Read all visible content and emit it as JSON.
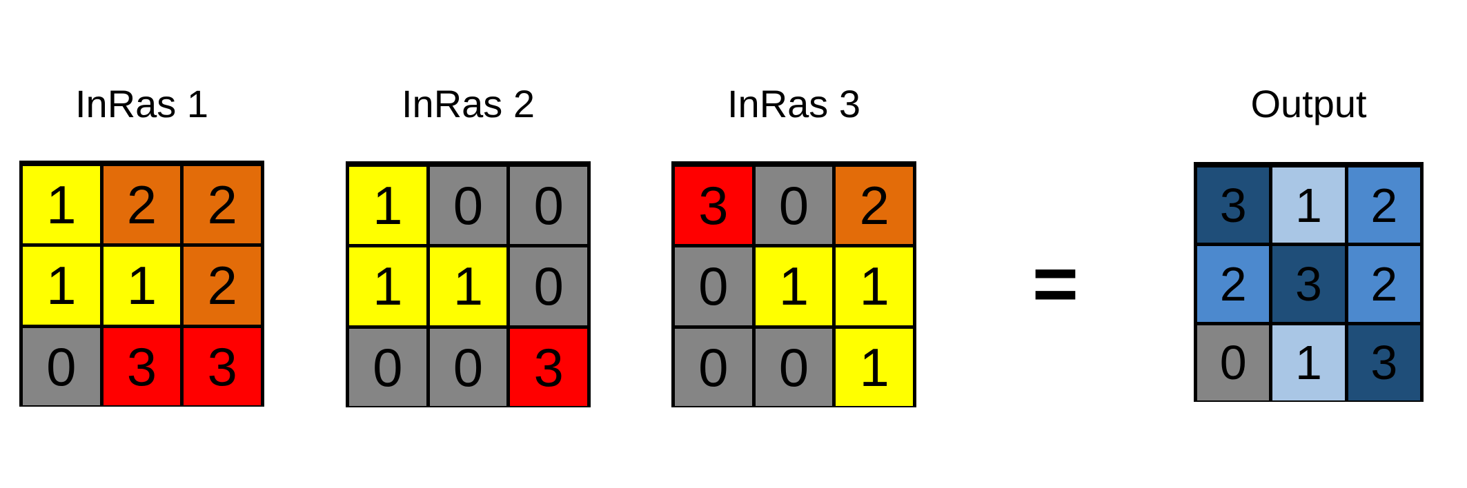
{
  "colors": {
    "yellow": "#FFFF00",
    "orange": "#E36C09",
    "red": "#FF0000",
    "gray": "#858585",
    "blue_dark": "#1F4E79",
    "blue_mid": "#4C89CE",
    "blue_light": "#A9C6E5",
    "line": "#000000",
    "background": "#FFFFFF"
  },
  "operator": {
    "symbol": "="
  },
  "grids": [
    {
      "id": "inras1",
      "label": "InRas 1",
      "rows": [
        [
          {
            "value": "1",
            "color": "yellow"
          },
          {
            "value": "2",
            "color": "orange"
          },
          {
            "value": "2",
            "color": "orange"
          }
        ],
        [
          {
            "value": "1",
            "color": "yellow"
          },
          {
            "value": "1",
            "color": "yellow"
          },
          {
            "value": "2",
            "color": "orange"
          }
        ],
        [
          {
            "value": "0",
            "color": "gray"
          },
          {
            "value": "3",
            "color": "red"
          },
          {
            "value": "3",
            "color": "red"
          }
        ]
      ]
    },
    {
      "id": "inras2",
      "label": "InRas 2",
      "rows": [
        [
          {
            "value": "1",
            "color": "yellow"
          },
          {
            "value": "0",
            "color": "gray"
          },
          {
            "value": "0",
            "color": "gray"
          }
        ],
        [
          {
            "value": "1",
            "color": "yellow"
          },
          {
            "value": "1",
            "color": "yellow"
          },
          {
            "value": "0",
            "color": "gray"
          }
        ],
        [
          {
            "value": "0",
            "color": "gray"
          },
          {
            "value": "0",
            "color": "gray"
          },
          {
            "value": "3",
            "color": "red"
          }
        ]
      ]
    },
    {
      "id": "inras3",
      "label": "InRas 3",
      "rows": [
        [
          {
            "value": "3",
            "color": "red"
          },
          {
            "value": "0",
            "color": "gray"
          },
          {
            "value": "2",
            "color": "orange"
          }
        ],
        [
          {
            "value": "0",
            "color": "gray"
          },
          {
            "value": "1",
            "color": "yellow"
          },
          {
            "value": "1",
            "color": "yellow"
          }
        ],
        [
          {
            "value": "0",
            "color": "gray"
          },
          {
            "value": "0",
            "color": "gray"
          },
          {
            "value": "1",
            "color": "yellow"
          }
        ]
      ]
    },
    {
      "id": "output",
      "label": "Output",
      "rows": [
        [
          {
            "value": "3",
            "color": "blue_dark"
          },
          {
            "value": "1",
            "color": "blue_light"
          },
          {
            "value": "2",
            "color": "blue_mid"
          }
        ],
        [
          {
            "value": "2",
            "color": "blue_mid"
          },
          {
            "value": "3",
            "color": "blue_dark"
          },
          {
            "value": "2",
            "color": "blue_mid"
          }
        ],
        [
          {
            "value": "0",
            "color": "gray"
          },
          {
            "value": "1",
            "color": "blue_light"
          },
          {
            "value": "3",
            "color": "blue_dark"
          }
        ]
      ]
    }
  ]
}
